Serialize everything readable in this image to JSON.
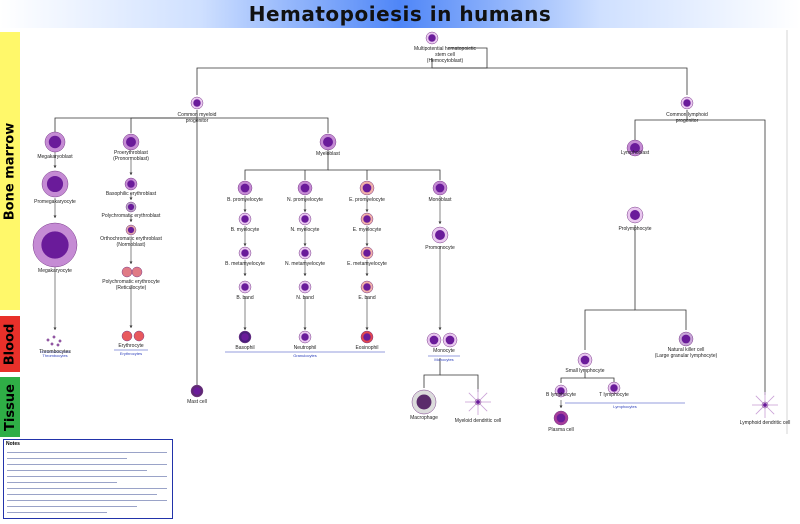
{
  "title": "Hematopoiesis in humans",
  "bands": {
    "bone_marrow": "Bone marrow",
    "blood": "Blood",
    "tissue": "Tissue"
  },
  "notes": {
    "heading": "Notes"
  },
  "labels": {
    "stem": "Multipotential hematopoietic\nstem cell\n(Hemocytoblast)",
    "cmp": "Common myeloid\nprogenitor",
    "clp": "Common lymphoid\nprogenitor",
    "megakaryoblast": "Megakaryoblast",
    "promegakaryocyte": "Promegakaryocyte",
    "megakaryocyte": "Megakaryocyte",
    "thrombocytes": "Thrombocytes",
    "proerythroblast": "Proerythroblast\n(Pronormoblast)",
    "basophilic_erythroblast": "Basophilic erythroblast",
    "polychromatic_erythroblast": "Polychromatic erythroblast",
    "orthochromatic_erythroblast": "Orthochromatic erythroblast\n(Normoblast)",
    "polychromatic_erythrocyte": "Polychromatic erythrocyte\n(Reticulocyte)",
    "erythrocyte": "Erythrocyte",
    "mast_cell": "Mast cell",
    "myeloblast": "Myeloblast",
    "b_promyelocyte": "B. promyelocyte",
    "n_promyelocyte": "N. promyelocyte",
    "e_promyelocyte": "E. promyelocyte",
    "monoblast": "Monoblast",
    "b_myelocyte": "B. myelocyte",
    "n_myelocyte": "N. myelocyte",
    "e_myelocyte": "E. myelocyte",
    "promonocyte": "Promonocyte",
    "b_metamyelocyte": "B. metamyelocyte",
    "n_metamyelocyte": "N. metamyelocyte",
    "e_metamyelocyte": "E. metamyelocyte",
    "b_band": "B. band",
    "n_band": "N. band",
    "e_band": "E. band",
    "basophil": "Basophil",
    "neutrophil": "Neutrophil",
    "eosinophil": "Eosinophil",
    "monocyte": "Monocyte",
    "macrophage": "Macrophage",
    "myeloid_dendritic": "Myeloid dendritic cell",
    "lymphoblast": "Lymphoblast",
    "prolymphocyte": "Prolymphocyte",
    "nk_cell": "Natural killer cell\n(Large granular lymphocyte)",
    "small_lymphocyte": "Small lymphocyte",
    "b_lymphocyte": "B lymphocyte",
    "t_lymphocyte": "T lymphocyte",
    "plasma_cell": "Plasma cell",
    "lymphoid_dendritic": "Lymphoid dendritic cell"
  },
  "group_labels": {
    "thrombocytes": "Thrombocytes",
    "erythrocytes": "Erythrocytes",
    "granulocytes": "Granulocytes",
    "monocytes": "Monocytes",
    "lymphocytes": "Lymphocytes"
  },
  "colors": {
    "nucleus": "#6a1b9a",
    "cytoplasm_light": "#e9c7ef",
    "cytoplasm_mid": "#c58bd4",
    "erythrocyte": "#e8595e",
    "eosinophil": "#e2474e",
    "lines": "#333333",
    "group": "#2a3dbb",
    "band_marrow": "#fff86a",
    "band_blood": "#e8302a",
    "band_tissue": "#2fae46"
  }
}
